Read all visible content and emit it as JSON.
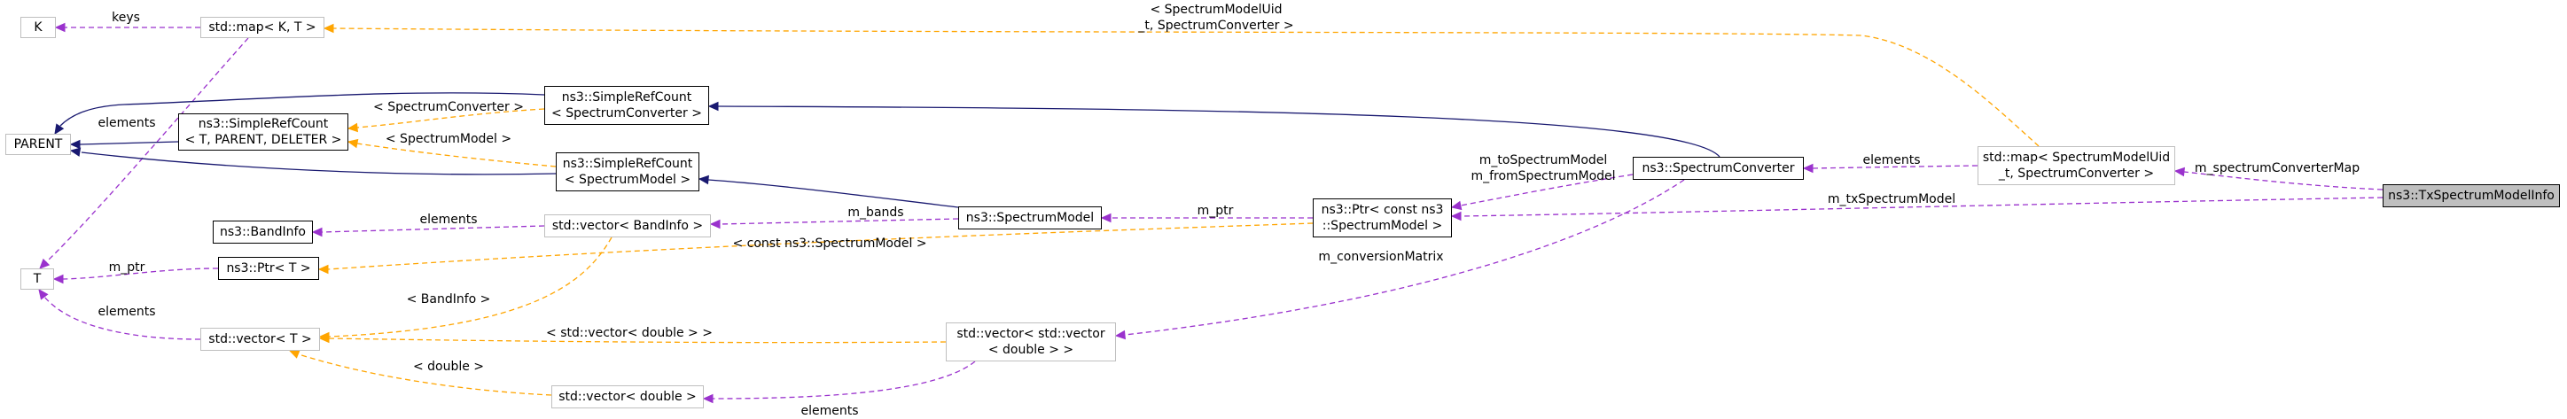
{
  "colors": {
    "inheritance": "#191970",
    "usage": "#9a32cd",
    "template": "#ffa500",
    "focus_fill": "#bfbfbf"
  },
  "nodes": {
    "K": [
      "K"
    ],
    "map_K_T": [
      "std::map< K, T >"
    ],
    "PARENT": [
      "PARENT"
    ],
    "T": [
      "T"
    ],
    "SimpleRefCount_generic": [
      "ns3::SimpleRefCount",
      "< T, PARENT, DELETER >"
    ],
    "BandInfo": [
      "ns3::BandInfo"
    ],
    "Ptr_T": [
      "ns3::Ptr< T >"
    ],
    "vector_T": [
      "std::vector< T >"
    ],
    "SimpleRefCount_SpectrumConverter": [
      "ns3::SimpleRefCount",
      "< SpectrumConverter >"
    ],
    "SimpleRefCount_SpectrumModel": [
      "ns3::SimpleRefCount",
      "< SpectrumModel >"
    ],
    "vector_BandInfo": [
      "std::vector< BandInfo >"
    ],
    "vector_double": [
      "std::vector< double >"
    ],
    "SpectrumModel": [
      "ns3::SpectrumModel"
    ],
    "Ptr_SpectrumModel": [
      "ns3::Ptr< const ns3",
      "::SpectrumModel >"
    ],
    "vector_vector_double": [
      "std::vector< std::vector",
      "< double > >"
    ],
    "SpectrumConverter": [
      "ns3::SpectrumConverter"
    ],
    "map_SpectrumConverter": [
      "std::map< SpectrumModelUid",
      "_t, SpectrumConverter >"
    ],
    "TxSpectrumModelInfo": [
      "ns3::TxSpectrumModelInfo"
    ]
  },
  "edges": {
    "map_K_T_keys": [
      "keys"
    ],
    "map_K_T_elements": [
      "elements"
    ],
    "vector_T_elements": [
      "elements"
    ],
    "Ptr_T_m_ptr": [
      "m_ptr"
    ],
    "vector_BandInfo_elements": [
      "elements"
    ],
    "tmpl_SpectrumConverter": [
      "< SpectrumConverter >"
    ],
    "tmpl_SpectrumModel": [
      "< SpectrumModel >"
    ],
    "tmpl_BandInfo": [
      "< BandInfo >"
    ],
    "tmpl_vector_double": [
      "< std::vector< double > >"
    ],
    "tmpl_double": [
      "< double >"
    ],
    "tmpl_const_SpectrumModel": [
      "< const ns3::SpectrumModel >"
    ],
    "tmpl_map_SpectrumConverter": [
      "< SpectrumModelUid",
      "_t, SpectrumConverter >"
    ],
    "m_bands": [
      "m_bands"
    ],
    "Ptr_SpectrumModel_m_ptr": [
      "m_ptr"
    ],
    "converter_models": [
      "m_toSpectrumModel",
      "m_fromSpectrumModel"
    ],
    "vector_double_elements": [
      "elements"
    ],
    "m_conversionMatrix": [
      "m_conversionMatrix"
    ],
    "map_elements": [
      "elements"
    ],
    "m_spectrumConverterMap": [
      "m_spectrumConverterMap"
    ],
    "m_txSpectrumModel": [
      "m_txSpectrumModel"
    ]
  }
}
